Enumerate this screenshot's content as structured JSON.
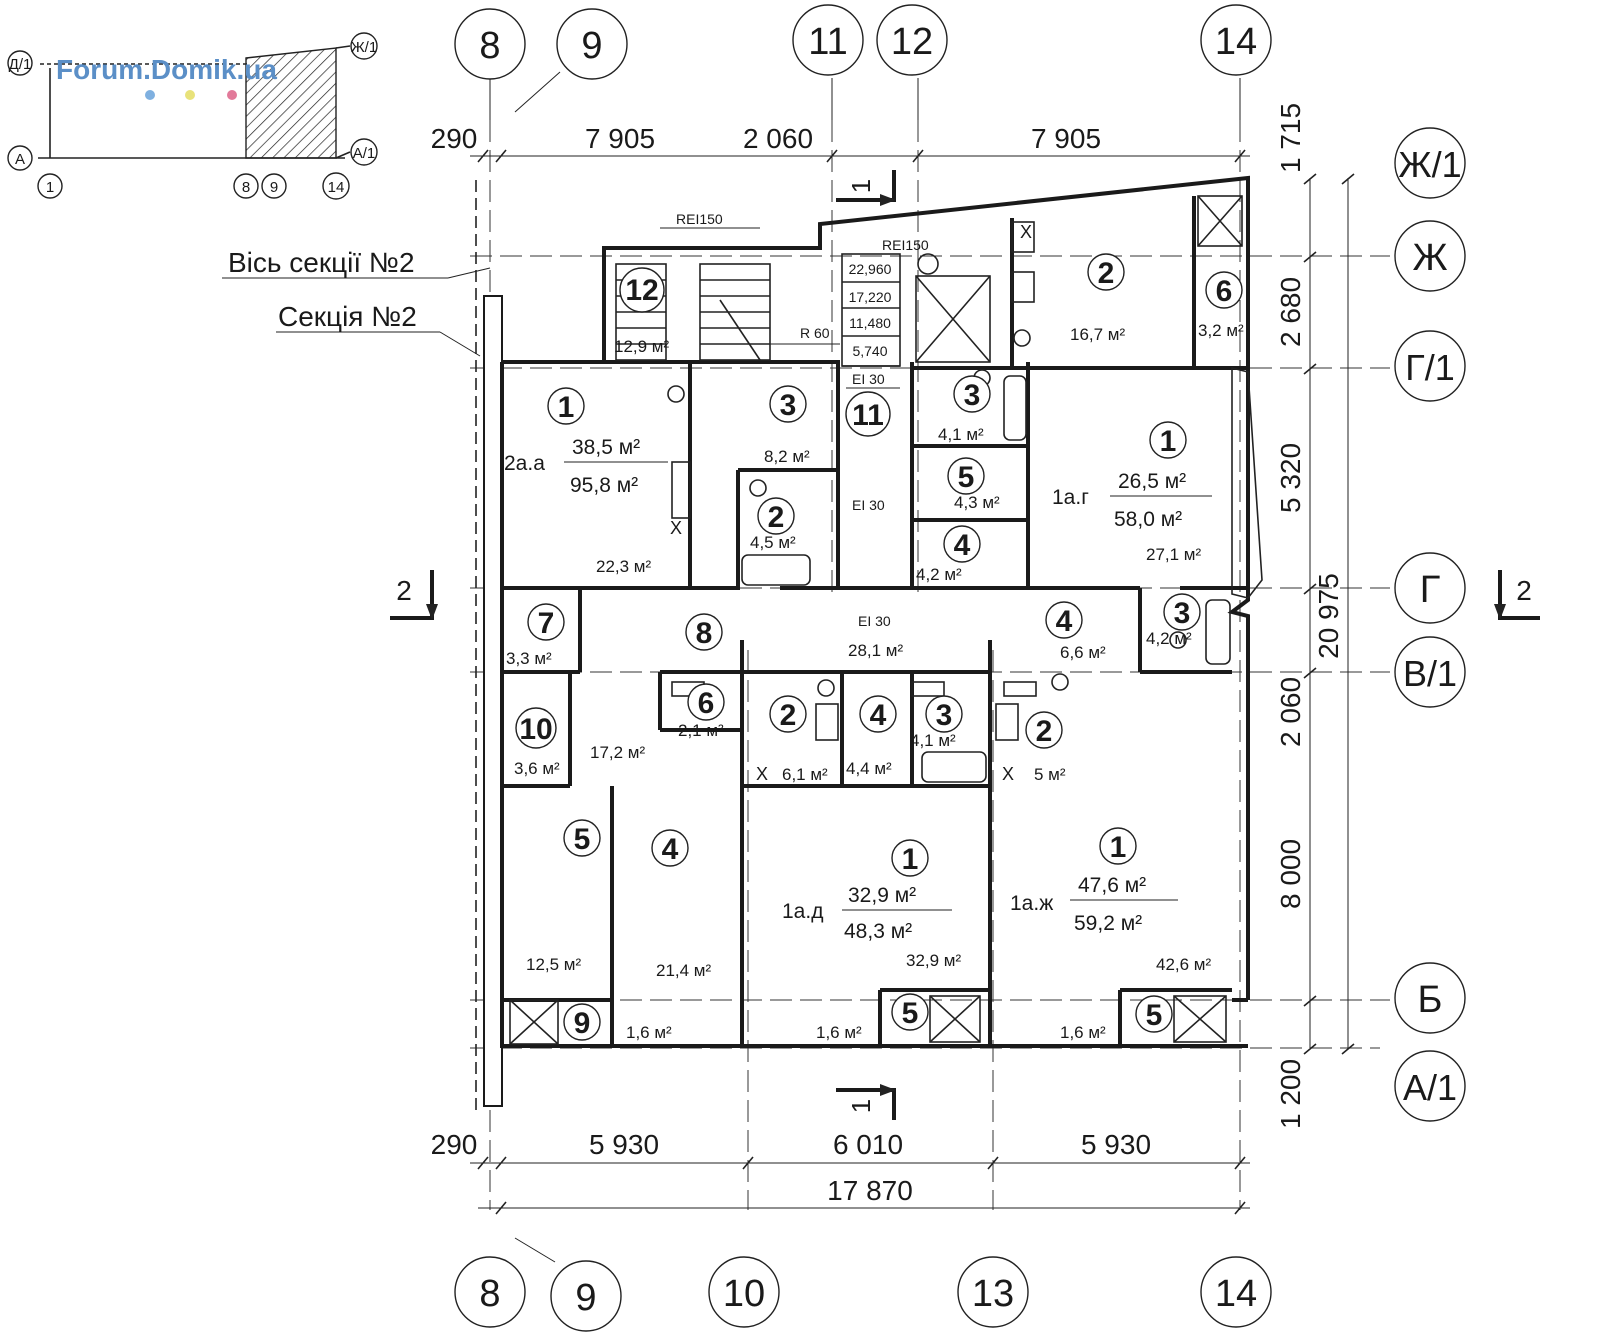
{
  "watermark": "Forum.Domik.ua",
  "key_plan": {
    "axes": [
      "Д/1",
      "Ж/1",
      "А",
      "А/1",
      "1",
      "8",
      "9",
      "14"
    ]
  },
  "section_labels": {
    "axis": "Вісь секції №2",
    "section": "Секція №2"
  },
  "top_axes": [
    "8",
    "9",
    "11",
    "12",
    "14"
  ],
  "bottom_axes": [
    "8",
    "9",
    "10",
    "13",
    "14"
  ],
  "right_axes": [
    "Ж/1",
    "Ж",
    "Г/1",
    "Г",
    "В/1",
    "Б",
    "А/1"
  ],
  "top_dims": [
    "290",
    "7 905",
    "2 060",
    "7 905"
  ],
  "bottom_dims": [
    "290",
    "5 930",
    "6 010",
    "5 930"
  ],
  "bottom_total": "17 870",
  "right_dims": [
    "1 715",
    "2 680",
    "5 320",
    "2 060",
    "8 000",
    "1 200"
  ],
  "right_total": "20 975",
  "cuts": {
    "c1": "1",
    "c2": "2"
  },
  "fire": {
    "rei1": "REI150",
    "rei2": "REI150",
    "r60": "R 60",
    "ei1": "EI 30",
    "ei2": "EI 30",
    "ei3": "EI 30"
  },
  "elevations": [
    "22,960",
    "17,220",
    "11,480",
    "5,740"
  ],
  "stove_mark": "Х",
  "rooms": {
    "r12": {
      "num": "12",
      "area": "12,9 м²"
    },
    "r11": {
      "num": "11"
    },
    "a_1": {
      "num": "1",
      "area": "22,3 м²"
    },
    "a_3": {
      "num": "3",
      "area": "8,2 м²"
    },
    "a_2": {
      "num": "2",
      "area": "4,5 м²"
    },
    "a_7": {
      "num": "7",
      "area": "3,3 м²"
    },
    "a_8": {
      "num": "8",
      "area": "28,1 м²"
    },
    "a_6": {
      "num": "6",
      "area": "2,1 м²"
    },
    "a_10": {
      "num": "10",
      "area": "3,6 м²"
    },
    "a_4m": {
      "area": "17,2 м²"
    },
    "a_5": {
      "num": "5",
      "area": "12,5 м²"
    },
    "a_4": {
      "num": "4",
      "area": "21,4 м²"
    },
    "a_9": {
      "num": "9",
      "area": "1,6 м²"
    },
    "g_2": {
      "num": "2",
      "area": "16,7 м²"
    },
    "g_6": {
      "num": "6",
      "area": "3,2 м²"
    },
    "g_3": {
      "num": "3",
      "area": "4,1 м²"
    },
    "g_5": {
      "num": "5",
      "area": "4,3 м²"
    },
    "g_4": {
      "num": "4",
      "area": "4,2 м²"
    },
    "g_1": {
      "num": "1",
      "area": "27,1 м²"
    },
    "d_4": {
      "num": "4",
      "area": "6,6 м²"
    },
    "d_3": {
      "num": "3",
      "area": "4,2 м²"
    },
    "d_2": {
      "num": "2",
      "area": "6,1 м²"
    },
    "d_4b": {
      "num": "4",
      "area": "4,4 м²"
    },
    "d_3b": {
      "num": "3",
      "area": "4,1 м²"
    },
    "zh_2": {
      "num": "2",
      "area": "5 м²"
    },
    "d_1": {
      "num": "1",
      "area": "32,9 м²"
    },
    "d_5": {
      "num": "5",
      "area": "1,6 м²"
    },
    "zh_1": {
      "num": "1",
      "area": "42,6 м²"
    },
    "zh_5": {
      "num": "5",
      "area": "1,6 м²"
    }
  },
  "apartments": {
    "aa": {
      "code": "2а.а",
      "living": "38,5 м²",
      "total": "95,8 м²"
    },
    "ag": {
      "code": "1а.г",
      "living": "26,5 м²",
      "total": "58,0 м²"
    },
    "ad": {
      "code": "1а.д",
      "living": "32,9 м²",
      "total": "48,3 м²"
    },
    "azh": {
      "code": "1а.ж",
      "living": "47,6 м²",
      "total": "59,2 м²"
    }
  }
}
